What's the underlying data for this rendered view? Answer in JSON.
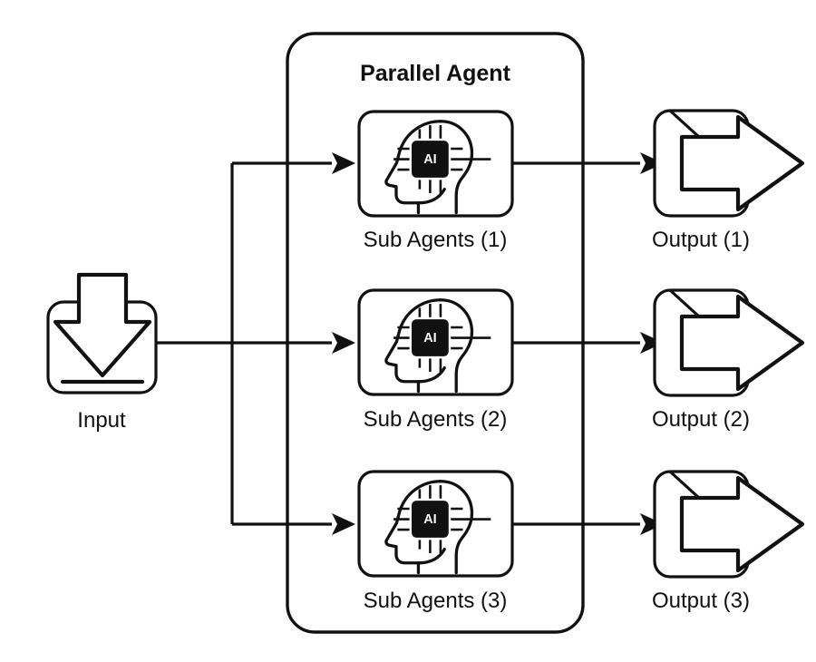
{
  "diagram": {
    "title": "Parallel Agent",
    "theme": {
      "stroke": "#111111",
      "background": "#ffffff",
      "chip_fill": "#111111",
      "chip_text": "#ffffff"
    },
    "input": {
      "label": "Input",
      "icon": "download-arrow-icon"
    },
    "container": {
      "label": "Parallel Agent"
    },
    "sub_agents": [
      {
        "label": "Sub Agents (1)",
        "icon": "ai-head-chip-icon",
        "chip_text": "AI"
      },
      {
        "label": "Sub Agents (2)",
        "icon": "ai-head-chip-icon",
        "chip_text": "AI"
      },
      {
        "label": "Sub Agents (3)",
        "icon": "ai-head-chip-icon",
        "chip_text": "AI"
      }
    ],
    "outputs": [
      {
        "label": "Output (1)",
        "icon": "right-arrow-icon"
      },
      {
        "label": "Output (2)",
        "icon": "right-arrow-icon"
      },
      {
        "label": "Output (3)",
        "icon": "right-arrow-icon"
      }
    ]
  }
}
